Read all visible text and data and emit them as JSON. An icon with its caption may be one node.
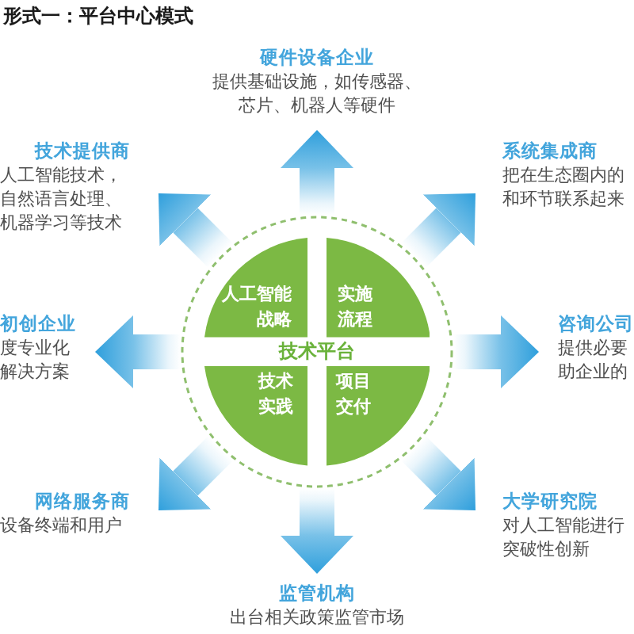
{
  "diagram": {
    "title": "形式一：平台中心模式",
    "nodes": [
      {
        "text": [
          "硬件设备企业",
          "提供基础设施，如传感器、芯片、机器人等硬件"
        ]
      },
      {
        "text": [
          "技术提供商",
          "人工智能技术，自然语言处理、机器学习等技术"
        ]
      },
      {
        "text": [
          "系统集成商",
          "把在生态圈内的和环节联系起来"
        ]
      },
      {
        "text": [
          "技术平台"
        ]
      },
      {
        "text": [
          "人工智能战略"
        ],
        "in": 3
      },
      {
        "text": [
          "实施流程"
        ],
        "in": 3
      },
      {
        "text": [
          "技术实践"
        ],
        "in": 3
      },
      {
        "text": [
          "项目交付"
        ],
        "in": 3
      },
      {
        "text": [
          "初创企业",
          "度专业化解决方案"
        ]
      },
      {
        "text": [
          "咨询公司",
          "提供必要助企业的"
        ]
      },
      {
        "text": [
          "网络服务商",
          "设备终端和用户"
        ]
      },
      {
        "text": [
          "大学研究院",
          "对人工智能进行突破性创新"
        ]
      },
      {
        "text": [
          "监管机构",
          "出台相关政策监管市场"
        ]
      }
    ],
    "edges": [
      {
        "from": 3,
        "to": 0,
        "arrow": "to"
      },
      {
        "from": 3,
        "to": 1,
        "arrow": "to"
      },
      {
        "from": 3,
        "to": 2,
        "arrow": "to"
      },
      {
        "from": 3,
        "to": 8,
        "arrow": "to"
      },
      {
        "from": 3,
        "to": 9,
        "arrow": "to"
      },
      {
        "from": 3,
        "to": 10,
        "arrow": "to"
      },
      {
        "from": 3,
        "to": 11,
        "arrow": "to"
      },
      {
        "from": 3,
        "to": 12,
        "arrow": "to"
      }
    ]
  }
}
